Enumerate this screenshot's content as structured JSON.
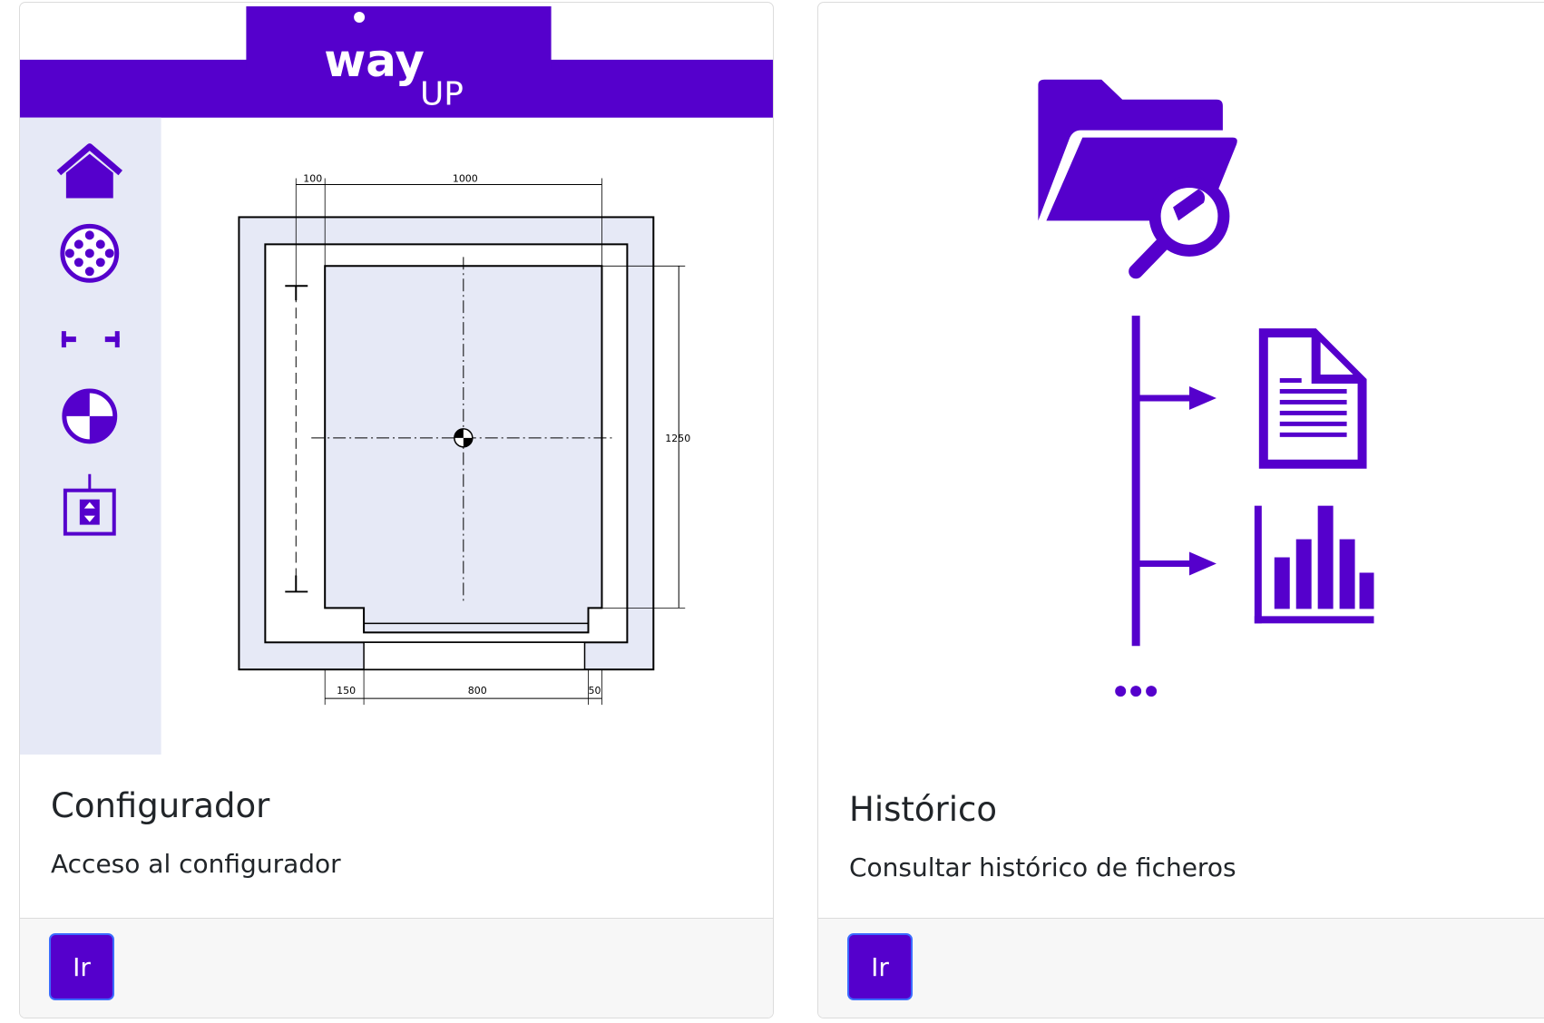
{
  "colors": {
    "brand": "#5500CC",
    "sidebar": "#E6E9F6",
    "footer": "#F7F7F7",
    "button_border": "#3B6CFF"
  },
  "cards": [
    {
      "title": "Configurador",
      "text": "Acceso al configurador",
      "button_label": "Ir",
      "image": {
        "logo": {
          "main": "way",
          "sub": "UP"
        },
        "sidebar_icons": [
          "home-icon",
          "cable-bundle-icon",
          "dimension-icon",
          "center-of-gravity-icon",
          "elevator-cabin-icon"
        ],
        "drawing_labels": {
          "top_left": "100",
          "top": "1000",
          "right": "1250",
          "bottom_left": "150",
          "bottom": "800",
          "bottom_right": "50"
        }
      }
    },
    {
      "title": "Histórico",
      "text": "Consultar histórico de ficheros",
      "button_label": "Ir",
      "image": {
        "icons": [
          "folder-search-icon",
          "document-icon",
          "bar-chart-icon",
          "ellipsis-icon"
        ]
      }
    }
  ]
}
